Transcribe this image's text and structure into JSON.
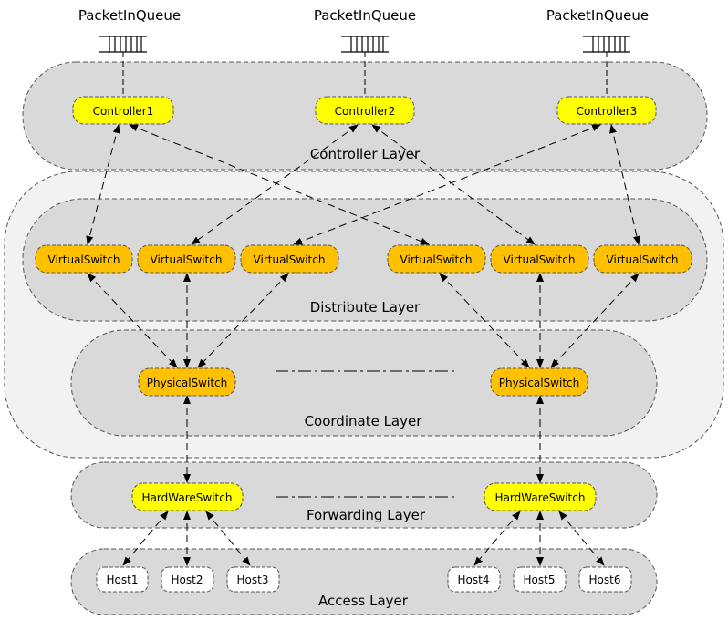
{
  "queues": [
    "PacketInQueue",
    "PacketInQueue",
    "PacketInQueue"
  ],
  "layers": {
    "controller": "Controller Layer",
    "distribute": "Distribute Layer",
    "coordinate": "Coordinate Layer",
    "forwarding": "Forwarding Layer",
    "access": "Access Layer"
  },
  "controllers": [
    "Controller1",
    "Controller2",
    "Controller3"
  ],
  "virtual_switches": [
    "VirtualSwitch",
    "VirtualSwitch",
    "VirtualSwitch",
    "VirtualSwitch",
    "VirtualSwitch",
    "VirtualSwitch"
  ],
  "physical_switches": [
    "PhysicalSwitch",
    "PhysicalSwitch"
  ],
  "hardware_switches": [
    "HardWareSwitch",
    "HardWareSwitch"
  ],
  "hosts": [
    "Host1",
    "Host2",
    "Host3",
    "Host4",
    "Host5",
    "Host6"
  ],
  "colors": {
    "controller_fill": "#ffff00",
    "switch_fill": "#ffc000",
    "layer_fill": "#d9d9d9",
    "outer_fill": "#f2f2f2",
    "host_fill": "#ffffff"
  }
}
